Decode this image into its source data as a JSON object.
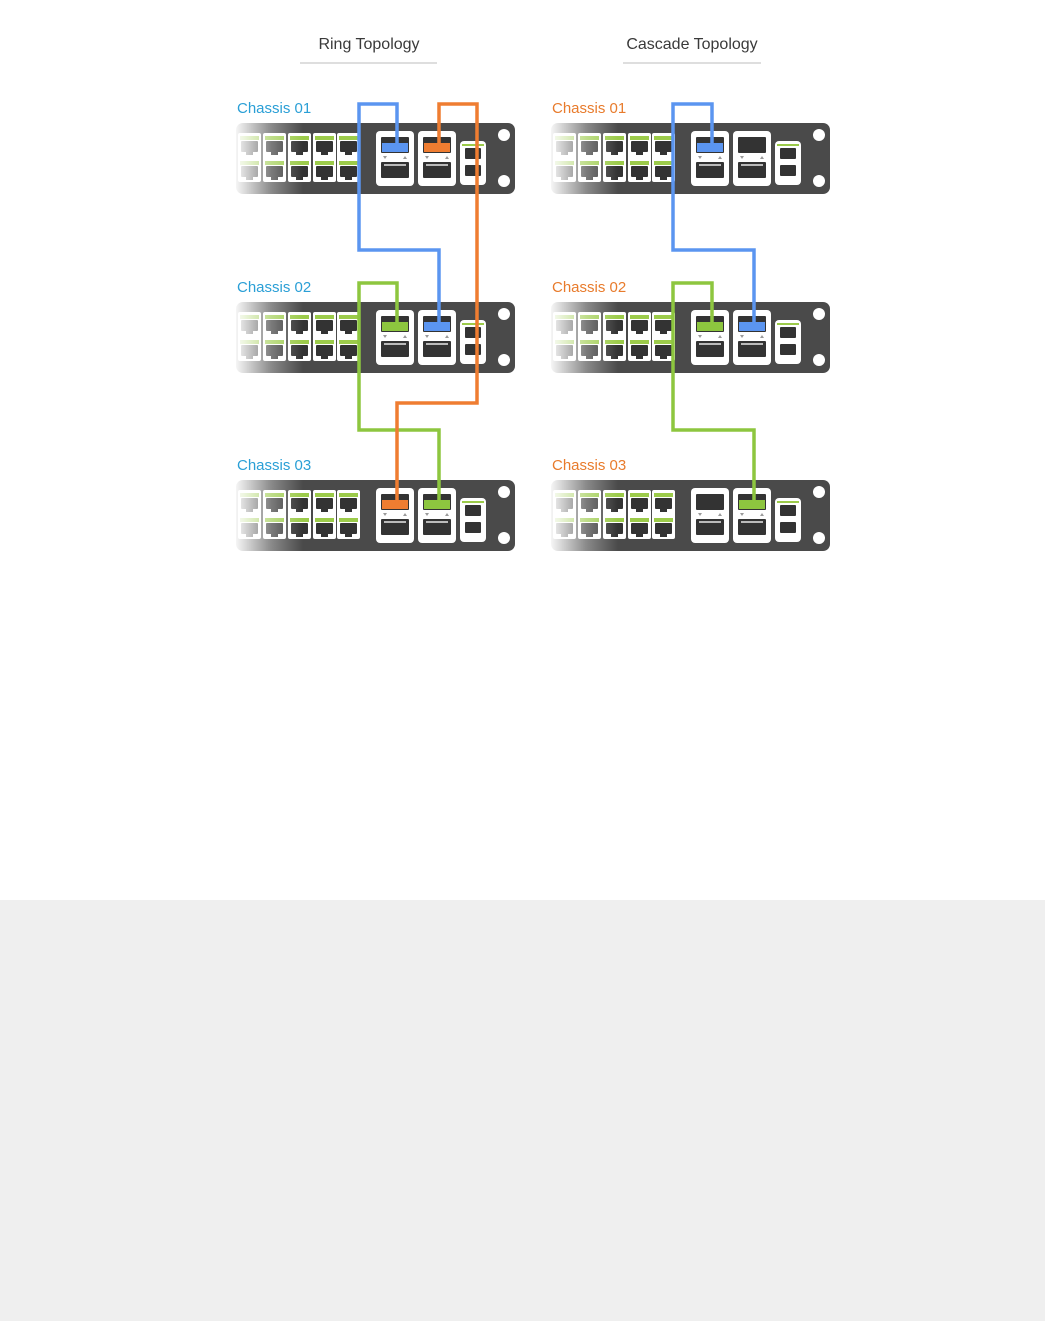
{
  "colors": {
    "ring_label": "#2a9fd6",
    "cascade_label": "#e87b2c",
    "blue": "#5b95f0",
    "orange": "#ef7d31",
    "green": "#8dc63f",
    "chassis": "#4a4a4a",
    "port": "#333333",
    "led": "#9ccb4a",
    "footer_bg": "#efefef"
  },
  "ring": {
    "title": "Ring Topology",
    "chassis": [
      {
        "label": "Chassis 01",
        "uplink_a_color": "blue",
        "uplink_b_color": "orange"
      },
      {
        "label": "Chassis 02",
        "uplink_a_color": "green",
        "uplink_b_color": "blue"
      },
      {
        "label": "Chassis 03",
        "uplink_a_color": "orange",
        "uplink_b_color": "green"
      }
    ],
    "links": [
      {
        "from": "Chassis 01",
        "to": "Chassis 02",
        "color": "blue"
      },
      {
        "from": "Chassis 02",
        "to": "Chassis 03",
        "color": "green"
      },
      {
        "from": "Chassis 03",
        "to": "Chassis 01",
        "color": "orange"
      }
    ]
  },
  "cascade": {
    "title": "Cascade Topology",
    "chassis": [
      {
        "label": "Chassis 01",
        "uplink_a_color": "blue",
        "uplink_b_color": ""
      },
      {
        "label": "Chassis 02",
        "uplink_a_color": "green",
        "uplink_b_color": "blue"
      },
      {
        "label": "Chassis 03",
        "uplink_a_color": "",
        "uplink_b_color": "green"
      }
    ],
    "links": [
      {
        "from": "Chassis 01",
        "to": "Chassis 02",
        "color": "blue"
      },
      {
        "from": "Chassis 02",
        "to": "Chassis 03",
        "color": "green"
      }
    ]
  }
}
